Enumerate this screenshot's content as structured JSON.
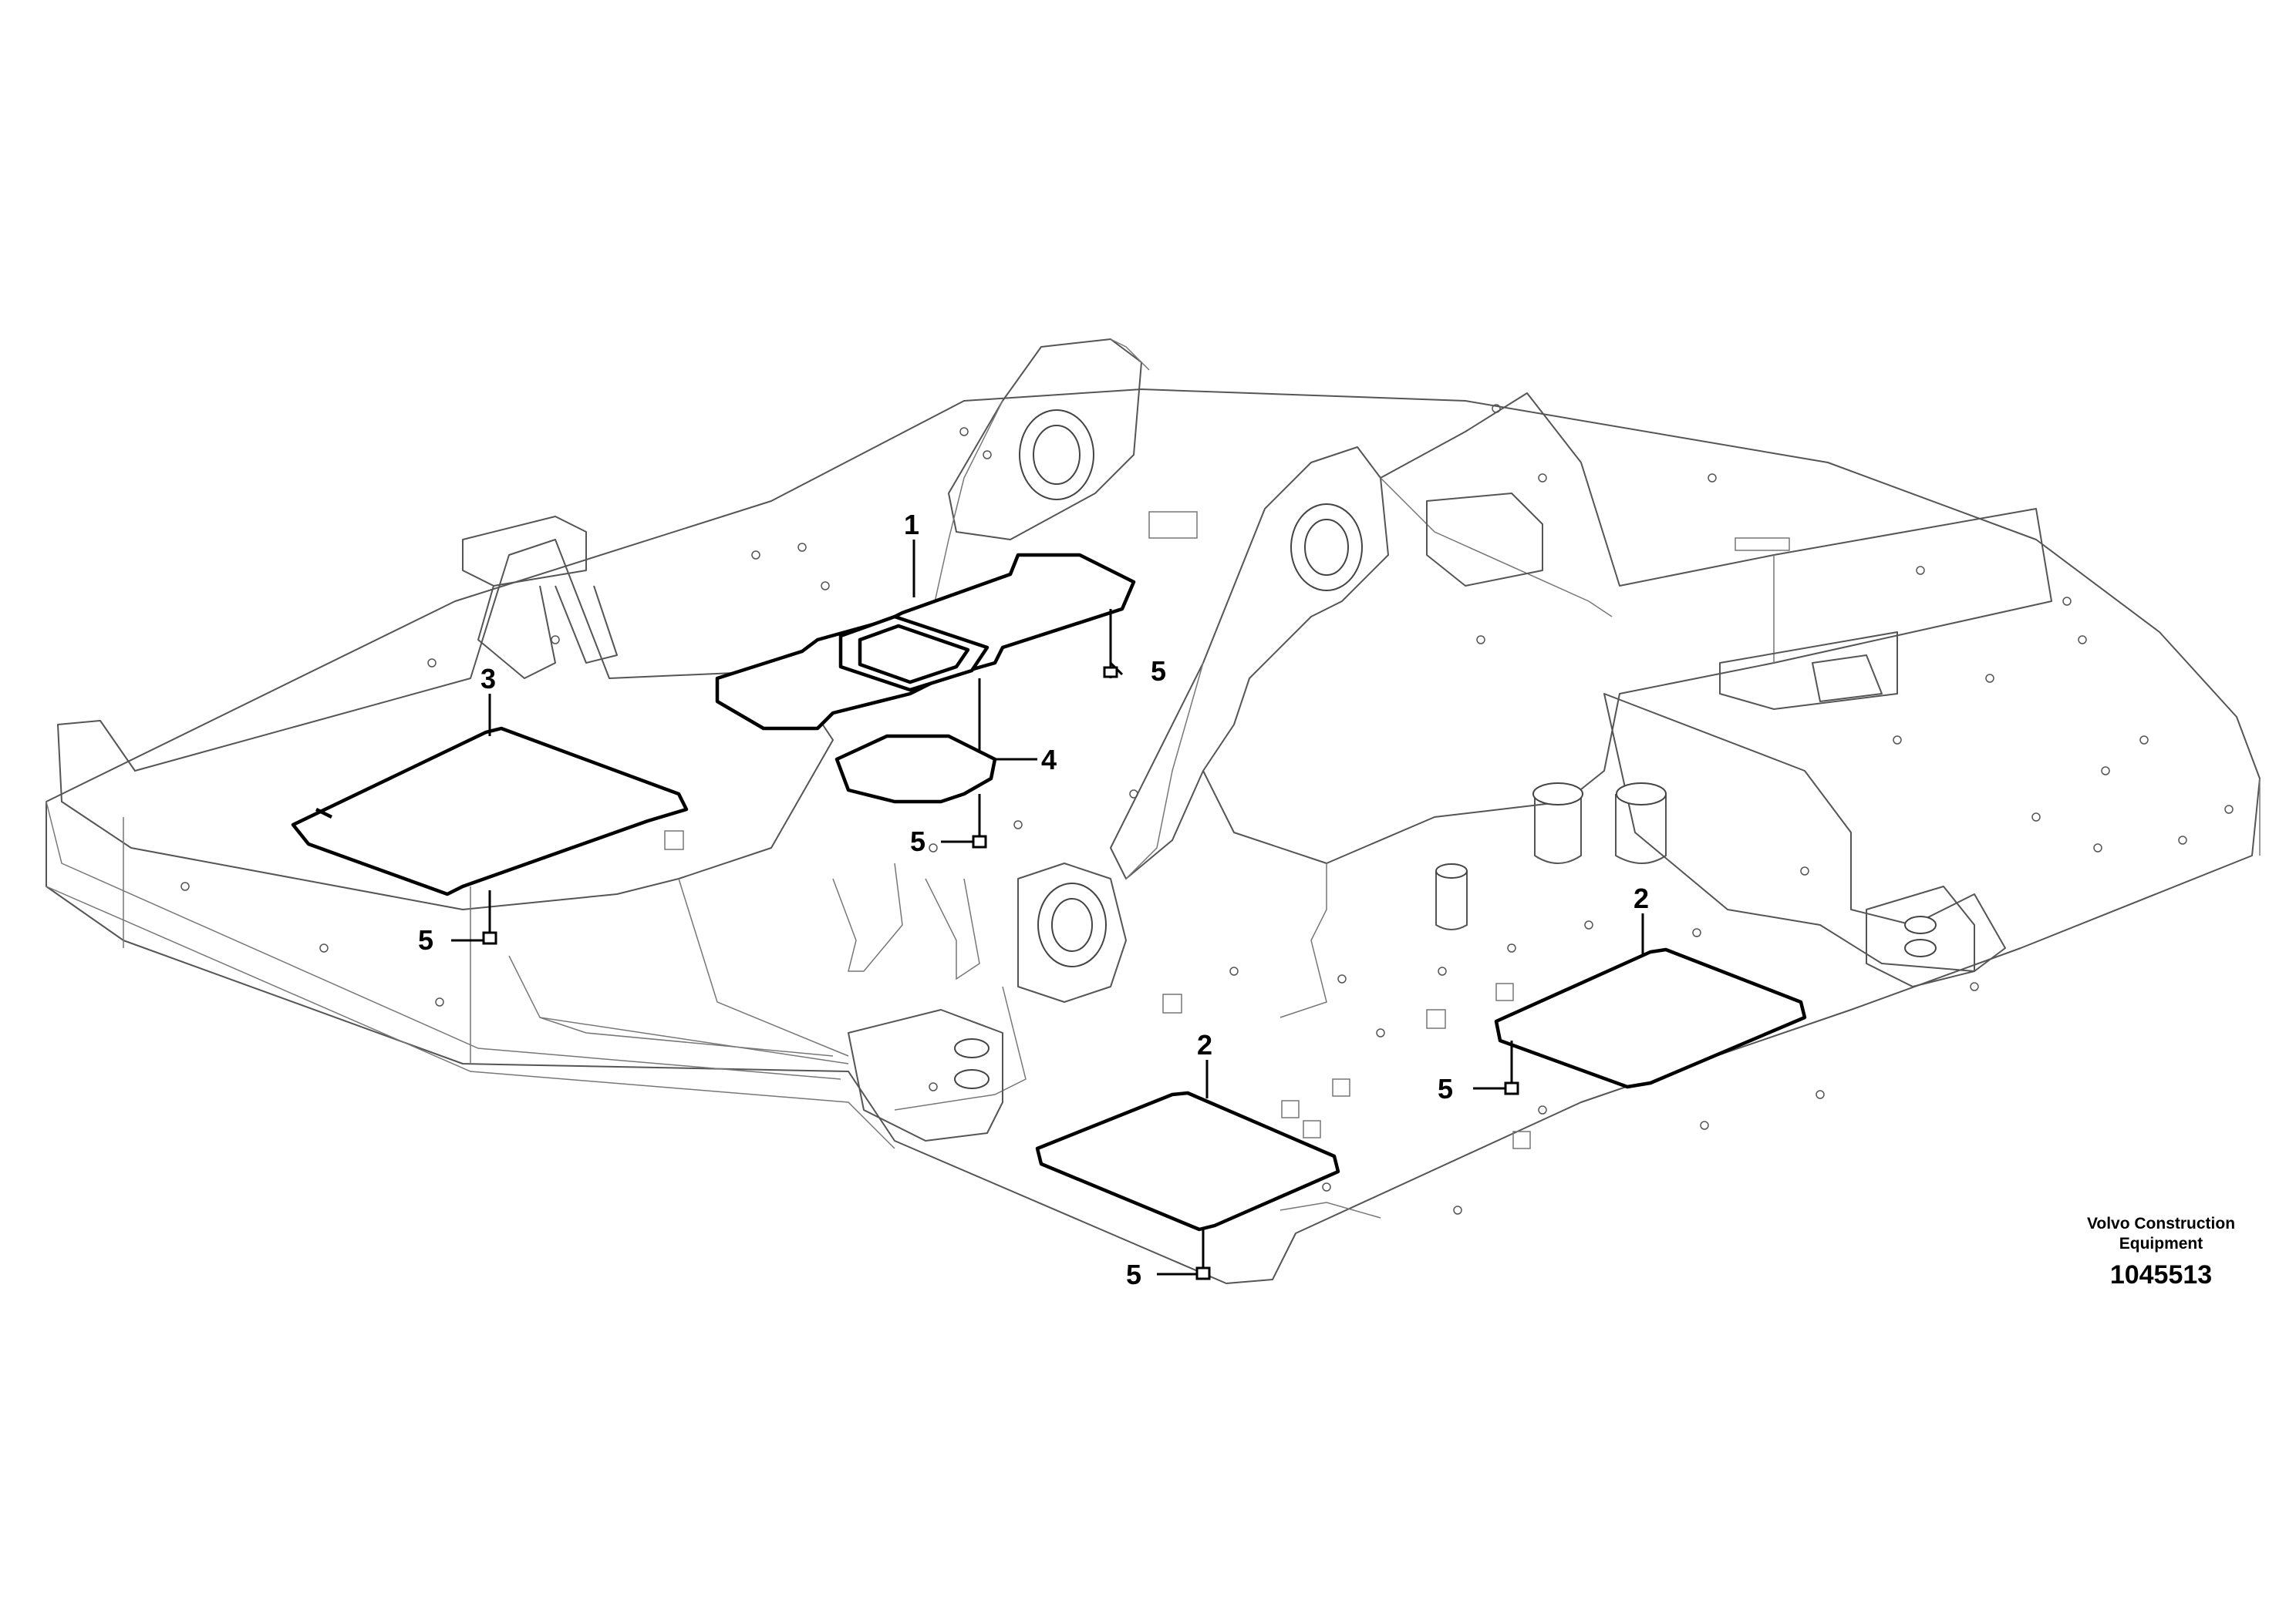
{
  "callouts": {
    "c1": "1",
    "c2a": "2",
    "c2b": "2",
    "c3": "3",
    "c4": "4",
    "c5a": "5",
    "c5b": "5",
    "c5c": "5",
    "c5d": "5",
    "c5e": "5"
  },
  "footer": {
    "brand_line1": "Volvo Construction",
    "brand_line2": "Equipment",
    "drawing_number": "1045513"
  }
}
